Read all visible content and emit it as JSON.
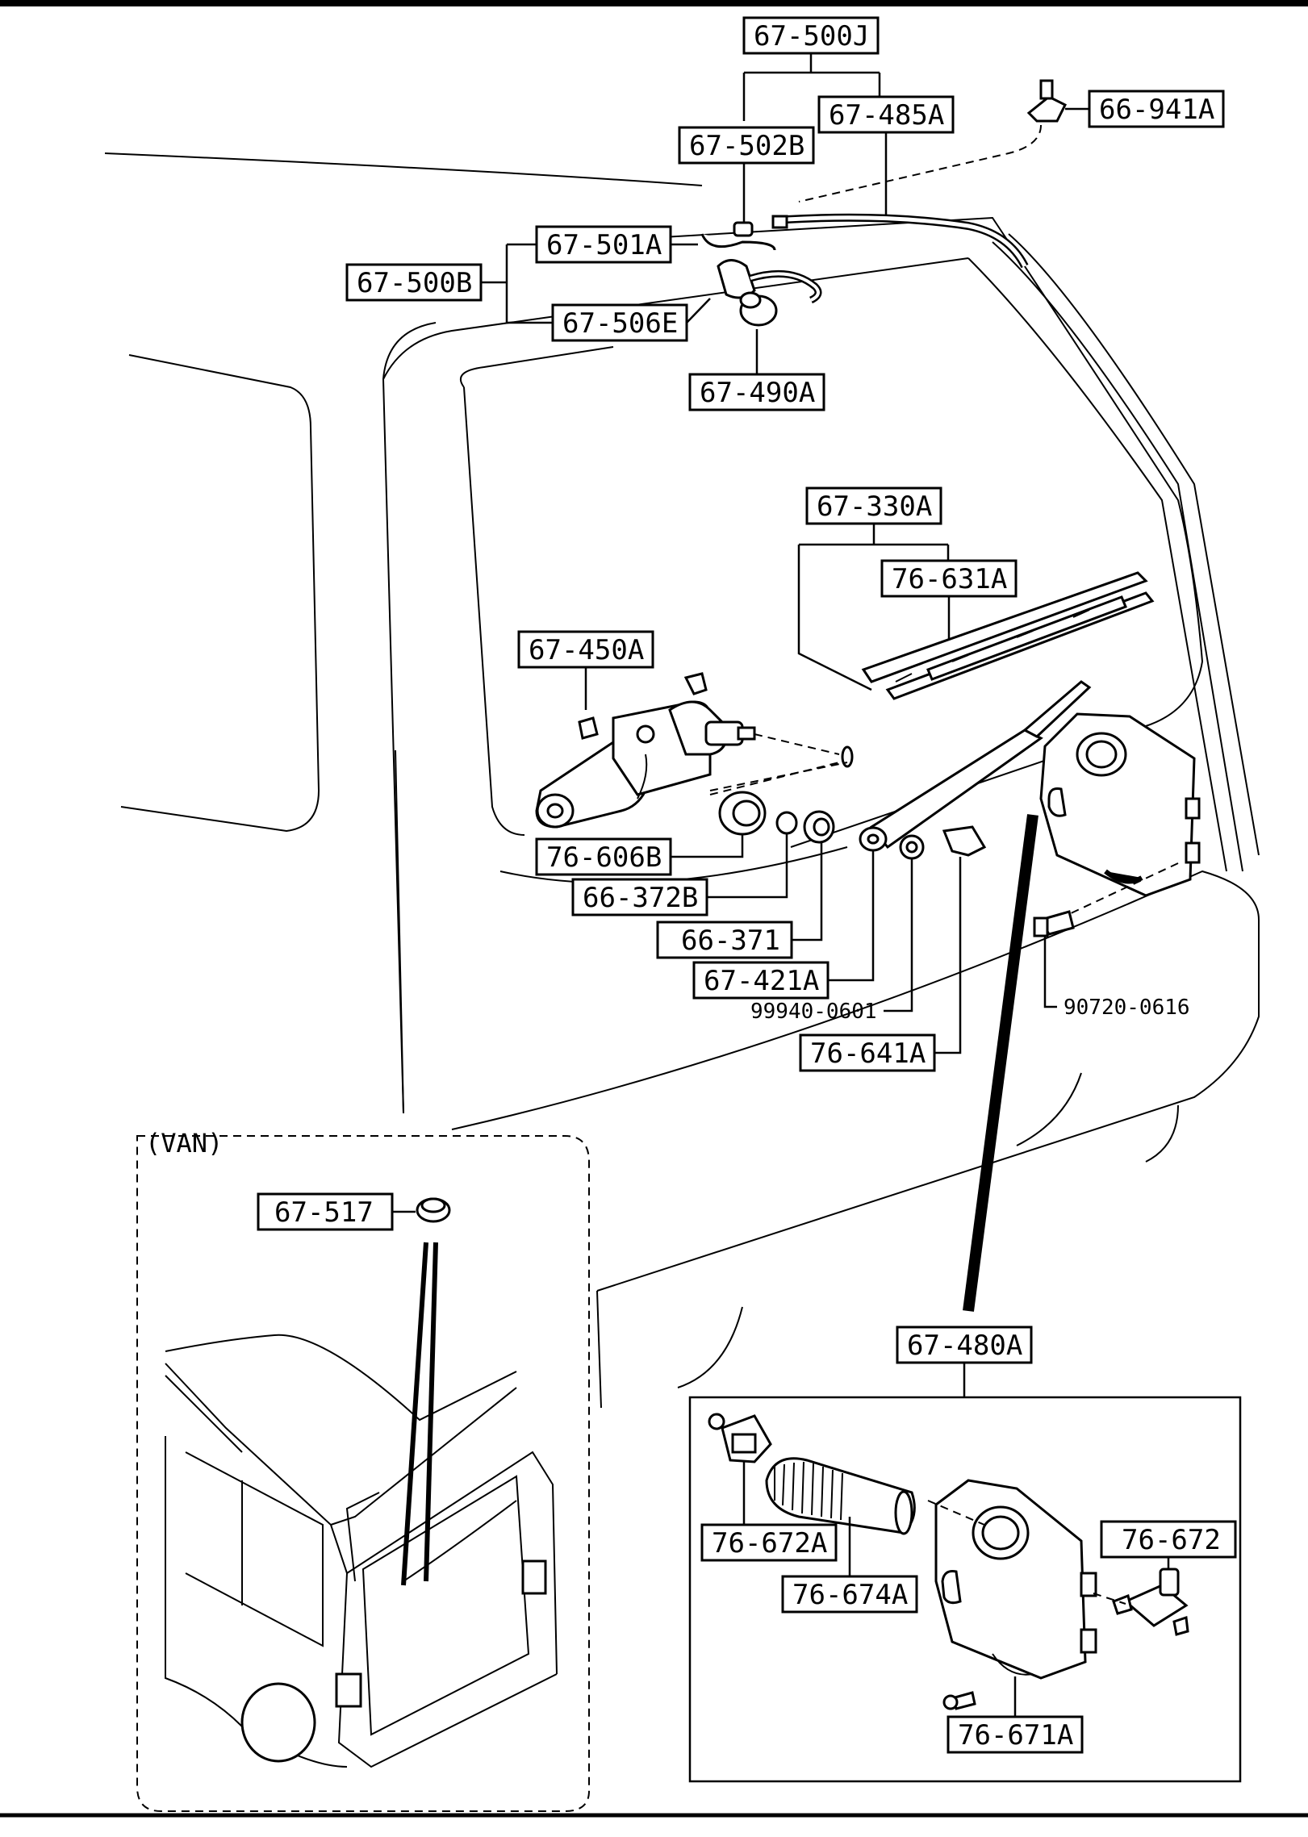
{
  "labels": {
    "p67_500J": "67-500J",
    "p67_485A": "67-485A",
    "p66_941A": "66-941A",
    "p67_502B": "67-502B",
    "p67_501A": "67-501A",
    "p67_500B": "67-500B",
    "p67_506E": "67-506E",
    "p67_490A": "67-490A",
    "p67_330A": "67-330A",
    "p76_631A": "76-631A",
    "p67_450A": "67-450A",
    "p76_606B": "76-606B",
    "p66_372B": "66-372B",
    "p66_371": "66-371",
    "p67_421A": "67-421A",
    "p99940_0601": "99940-0601",
    "p76_641A": "76-641A",
    "p90720_0616": "90720-0616",
    "p67_517": "67-517",
    "p67_480A": "67-480A",
    "p76_672A": "76-672A",
    "p76_674A": "76-674A",
    "p76_672": "76-672",
    "p76_671A": "76-671A"
  },
  "inset": {
    "van_label": "(VAN)"
  }
}
